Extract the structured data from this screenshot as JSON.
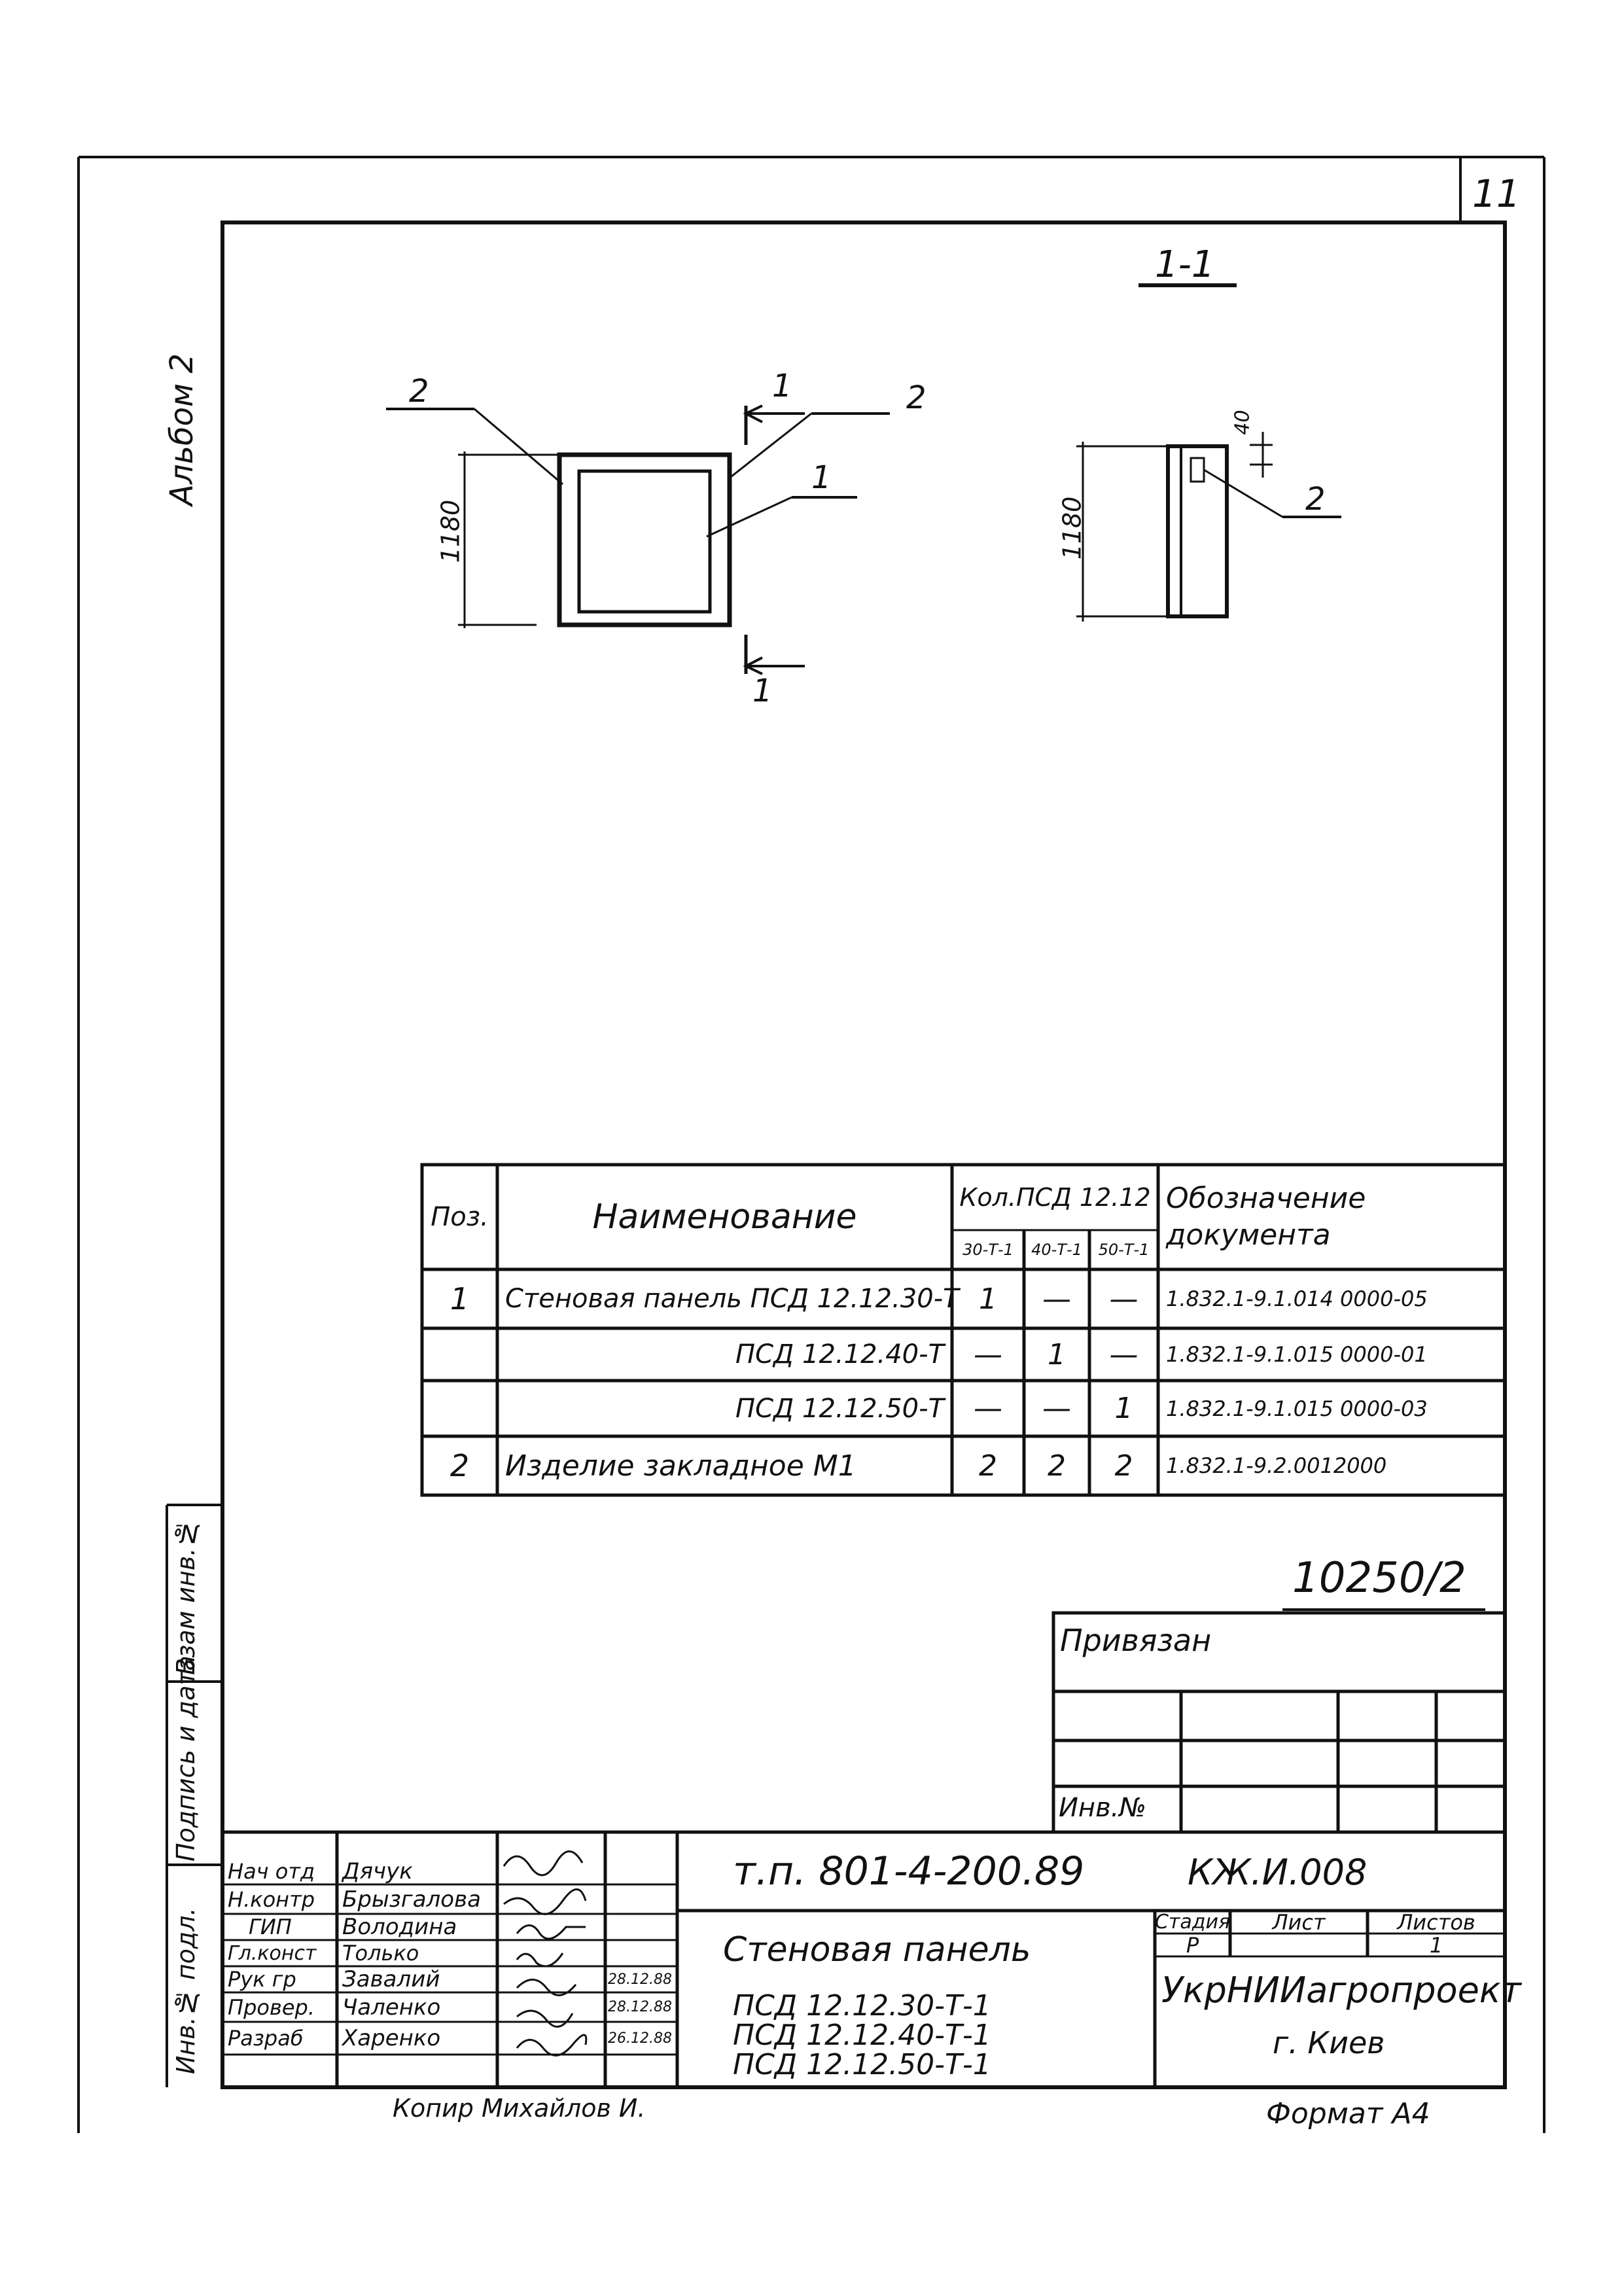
{
  "sheet_number": "11",
  "album_label": "Альбом 2",
  "section_title": "1-1",
  "section_marker": "1",
  "drawing": {
    "front_view": {
      "height_dim": "1180",
      "callouts": [
        "2",
        "2",
        "1"
      ]
    },
    "side_view": {
      "height_dim": "1180",
      "thickness_dim": "40",
      "callout": "2"
    }
  },
  "spec_table": {
    "headers": {
      "pos": "Поз.",
      "name": "Наименование",
      "qty_group": "Кол.ПСД 12.12",
      "qty_cols": [
        "30-Т-1",
        "40-Т-1",
        "50-Т-1"
      ],
      "designation": "Обозначение документа"
    },
    "rows": [
      {
        "pos": "1",
        "name": "Стеновая панель ПСД 12.12.30-Т",
        "q1": "1",
        "q2": "—",
        "q3": "—",
        "doc": "1.832.1-9.1.014 0000-05"
      },
      {
        "pos": "",
        "name": "ПСД 12.12.40-Т",
        "q1": "—",
        "q2": "1",
        "q3": "—",
        "doc": "1.832.1-9.1.015 0000-01"
      },
      {
        "pos": "",
        "name": "ПСД 12.12.50-Т",
        "q1": "—",
        "q2": "—",
        "q3": "1",
        "doc": "1.832.1-9.1.015 0000-03"
      },
      {
        "pos": "2",
        "name": "Изделие закладное М1",
        "q1": "2",
        "q2": "2",
        "q3": "2",
        "doc": "1.832.1-9.2.0012000"
      }
    ]
  },
  "archive_number": "10250/2",
  "binding_block": {
    "title": "Привязан",
    "inv_label": "Инв.№"
  },
  "side_stamp": {
    "vzam": "Взам инв.№",
    "podpis": "Подпись и дата",
    "inv": "Инв.№ подл."
  },
  "title_block": {
    "code": "т.п. 801-4-200.89",
    "mark": "КЖ.И.008",
    "staff": [
      {
        "role": "Нач отд",
        "name": "Дячук",
        "date": ""
      },
      {
        "role": "Н.контр",
        "name": "Брызгалова",
        "date": ""
      },
      {
        "role": "ГИП",
        "name": "Володина",
        "date": ""
      },
      {
        "role": "Гл.конст",
        "name": "Только",
        "date": ""
      },
      {
        "role": "Рук гр",
        "name": "Завалий",
        "date": "28.12.88"
      },
      {
        "role": "Провер.",
        "name": "Чаленко",
        "date": "28.12.88"
      },
      {
        "role": "Разраб",
        "name": "Харенко",
        "date": "26.12.88"
      }
    ],
    "item_title": "Стеновая панель",
    "items": [
      "ПСД 12.12.30-Т-1",
      "ПСД 12.12.40-Т-1",
      "ПСД 12.12.50-Т-1"
    ],
    "stage_label": "Стадия",
    "sheet_label": "Лист",
    "sheets_label": "Листов",
    "stage_value": "Р",
    "sheets_value": "1",
    "org": "УкрНИИагропроект",
    "city": "г. Киев"
  },
  "footer": {
    "copied": "Копир Михайлов И.",
    "format": "Формат А4"
  }
}
